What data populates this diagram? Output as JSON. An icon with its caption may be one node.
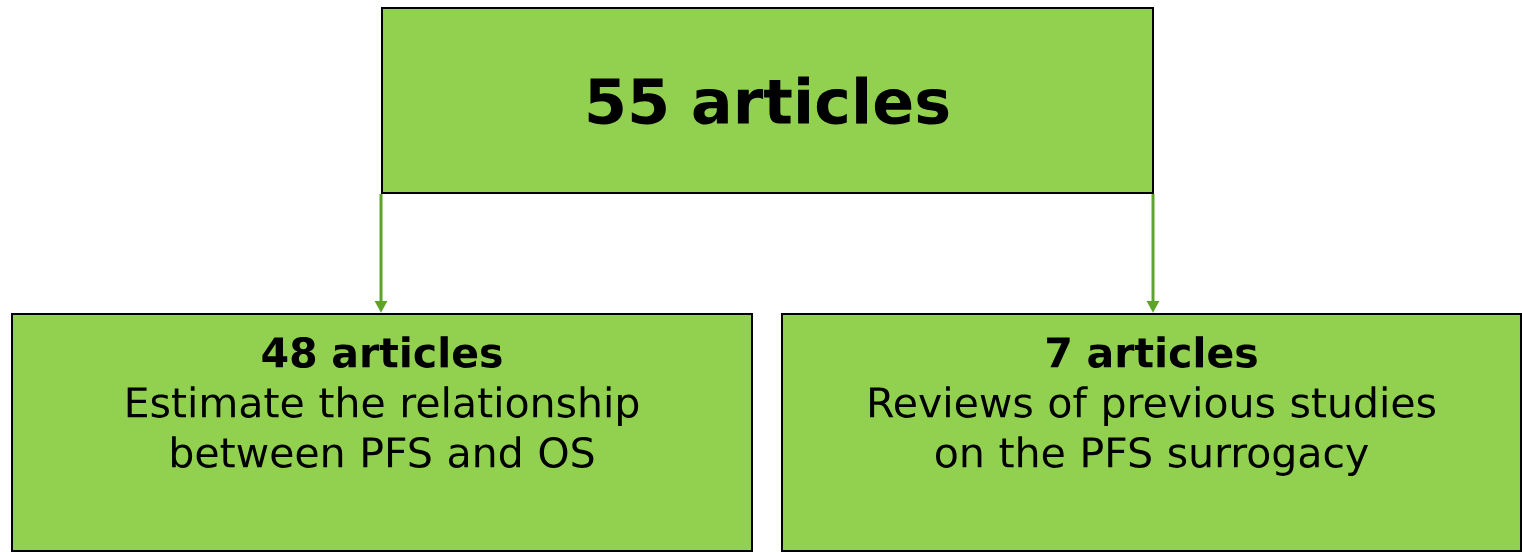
{
  "diagram": {
    "nodes": [
      {
        "text": [
          "55 articles"
        ]
      },
      {
        "text": [
          "48 articles",
          "Estimate the relationship between PFS and OS"
        ]
      },
      {
        "text": [
          "7 articles",
          "Reviews of previous studies on the PFS surrogacy"
        ]
      }
    ],
    "edges": [
      {
        "from": 0,
        "to": 1,
        "arrow": "to"
      },
      {
        "from": 0,
        "to": 2,
        "arrow": "to"
      }
    ]
  }
}
